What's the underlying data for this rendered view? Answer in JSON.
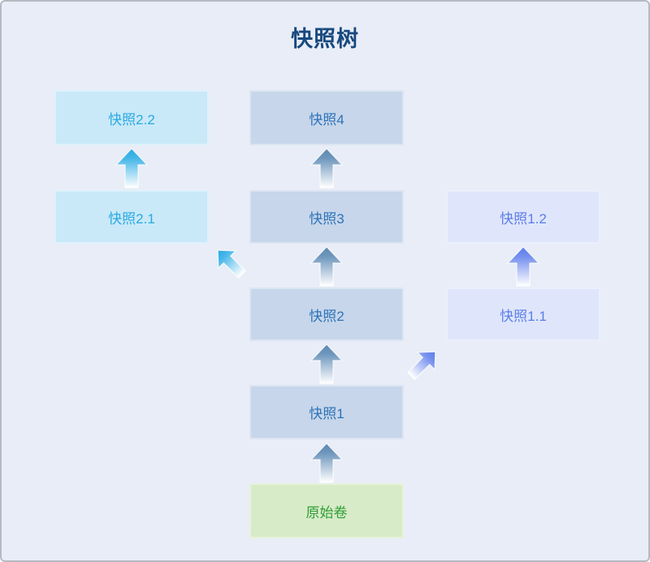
{
  "title": "快照树",
  "nodes": {
    "snapshot_2_2": {
      "label": "快照2.2"
    },
    "snapshot_4": {
      "label": "快照4"
    },
    "snapshot_2_1": {
      "label": "快照2.1"
    },
    "snapshot_3": {
      "label": "快照3"
    },
    "snapshot_1_2": {
      "label": "快照1.2"
    },
    "snapshot_2": {
      "label": "快照2"
    },
    "snapshot_1_1": {
      "label": "快照1.1"
    },
    "snapshot_1": {
      "label": "快照1"
    },
    "original_volume": {
      "label": "原始卷"
    }
  },
  "edges": [
    {
      "from": "原始卷",
      "to": "快照1"
    },
    {
      "from": "快照1",
      "to": "快照2"
    },
    {
      "from": "快照2",
      "to": "快照3"
    },
    {
      "from": "快照3",
      "to": "快照4"
    },
    {
      "from": "快照2",
      "to": "快照2.1"
    },
    {
      "from": "快照2.1",
      "to": "快照2.2"
    },
    {
      "from": "快照1",
      "to": "快照1.1"
    },
    {
      "from": "快照1.1",
      "to": "快照1.2"
    }
  ],
  "colors": {
    "background": "#e8edf7",
    "page_border": "#b5b9c2",
    "title_text": "#19497f",
    "cyan_node_fill": "#c9e9f8",
    "cyan_node_text": "#29a9e2",
    "bluegray_node_fill": "#c7d6ea",
    "bluegray_node_text": "#2d73b9",
    "lavender_node_fill": "#dfe6fb",
    "lavender_node_text": "#5c7de9",
    "green_node_fill": "#d8ebc8",
    "green_node_text": "#2f9e36",
    "arrow_steel": "#5c88b0",
    "arrow_cyan": "#29a9e2",
    "arrow_violet": "#5c7de9",
    "arrow_fade": "#ffffff"
  }
}
